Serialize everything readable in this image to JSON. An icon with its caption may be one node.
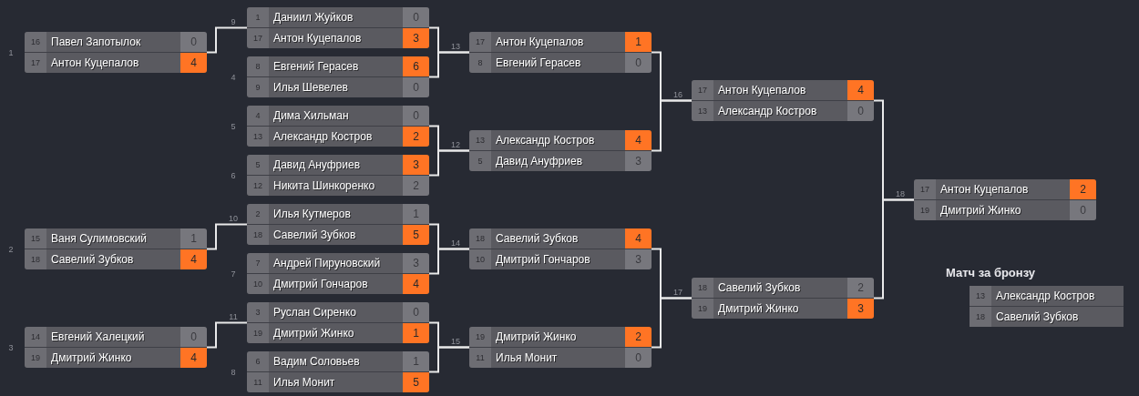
{
  "diagram": {
    "nodes": [
      {
        "text": [
          "16",
          "Павел Запотылок",
          "0",
          "17",
          "Антон Куцепалов",
          "4"
        ],
        "beside": [
          "1"
        ]
      },
      {
        "text": [
          "15",
          "Ваня Сулимовский",
          "1",
          "18",
          "Савелий Зубков",
          "4"
        ],
        "beside": [
          "2"
        ]
      },
      {
        "text": [
          "14",
          "Евгений Халецкий",
          "0",
          "19",
          "Дмитрий Жинко",
          "4"
        ],
        "beside": [
          "3"
        ]
      },
      {
        "text": [
          "1",
          "Даниил Жуйков",
          "0",
          "17",
          "Антон Куцепалов",
          "3"
        ],
        "beside": [
          "9"
        ]
      },
      {
        "text": [
          "8",
          "Евгений Герасев",
          "6",
          "9",
          "Илья Шевелев",
          "0"
        ],
        "beside": [
          "4"
        ]
      },
      {
        "text": [
          "4",
          "Дима Хильман",
          "0",
          "13",
          "Александр Костров",
          "2"
        ],
        "beside": [
          "5"
        ]
      },
      {
        "text": [
          "5",
          "Давид Ануфриев",
          "3",
          "12",
          "Никита Шинкоренко",
          "2"
        ],
        "beside": [
          "6"
        ]
      },
      {
        "text": [
          "2",
          "Илья Кутмеров",
          "1",
          "18",
          "Савелий Зубков",
          "5"
        ],
        "beside": [
          "10"
        ]
      },
      {
        "text": [
          "7",
          "Андрей Пируновский",
          "3",
          "10",
          "Дмитрий Гончаров",
          "4"
        ],
        "beside": [
          "7"
        ]
      },
      {
        "text": [
          "3",
          "Руслан Сиренко",
          "0",
          "19",
          "Дмитрий Жинко",
          "1"
        ],
        "beside": [
          "11"
        ]
      },
      {
        "text": [
          "6",
          "Вадим Соловьев",
          "1",
          "11",
          "Илья Монит",
          "5"
        ],
        "beside": [
          "8"
        ]
      },
      {
        "text": [
          "17",
          "Антон Куцепалов",
          "1",
          "8",
          "Евгений Герасев",
          "0"
        ],
        "beside": [
          "13"
        ]
      },
      {
        "text": [
          "13",
          "Александр Костров",
          "4",
          "5",
          "Давид Ануфриев",
          "3"
        ],
        "beside": [
          "12"
        ]
      },
      {
        "text": [
          "18",
          "Савелий Зубков",
          "4",
          "10",
          "Дмитрий Гончаров",
          "3"
        ],
        "beside": [
          "14"
        ]
      },
      {
        "text": [
          "19",
          "Дмитрий Жинко",
          "2",
          "11",
          "Илья Монит",
          "0"
        ],
        "beside": [
          "15"
        ]
      },
      {
        "text": [
          "17",
          "Антон Куцепалов",
          "4",
          "13",
          "Александр Костров",
          "0"
        ],
        "beside": [
          "16"
        ]
      },
      {
        "text": [
          "18",
          "Савелий Зубков",
          "2",
          "19",
          "Дмитрий Жинко",
          "3"
        ],
        "beside": [
          "17"
        ]
      },
      {
        "text": [
          "17",
          "Антон Куцепалов",
          "2",
          "19",
          "Дмитрий Жинко",
          "0"
        ],
        "beside": [
          "18"
        ]
      },
      {
        "text": [
          "Матч за бронзу",
          "13",
          "Александр Костров",
          "18",
          "Савелий Зубков"
        ]
      }
    ],
    "edges": [
      {
        "from": 0,
        "to": 3,
        "arrow": "none"
      },
      {
        "from": 1,
        "to": 7,
        "arrow": "none"
      },
      {
        "from": 2,
        "to": 9,
        "arrow": "none"
      },
      {
        "from": 3,
        "to": 11,
        "arrow": "none"
      },
      {
        "from": 4,
        "to": 11,
        "arrow": "none"
      },
      {
        "from": 5,
        "to": 12,
        "arrow": "none"
      },
      {
        "from": 6,
        "to": 12,
        "arrow": "none"
      },
      {
        "from": 7,
        "to": 13,
        "arrow": "none"
      },
      {
        "from": 8,
        "to": 13,
        "arrow": "none"
      },
      {
        "from": 9,
        "to": 14,
        "arrow": "none"
      },
      {
        "from": 10,
        "to": 14,
        "arrow": "none"
      },
      {
        "from": 11,
        "to": 15,
        "arrow": "none"
      },
      {
        "from": 12,
        "to": 15,
        "arrow": "none"
      },
      {
        "from": 13,
        "to": 16,
        "arrow": "none"
      },
      {
        "from": 14,
        "to": 16,
        "arrow": "none"
      },
      {
        "from": 15,
        "to": 17,
        "arrow": "none"
      },
      {
        "from": 16,
        "to": 17,
        "arrow": "none"
      }
    ]
  }
}
